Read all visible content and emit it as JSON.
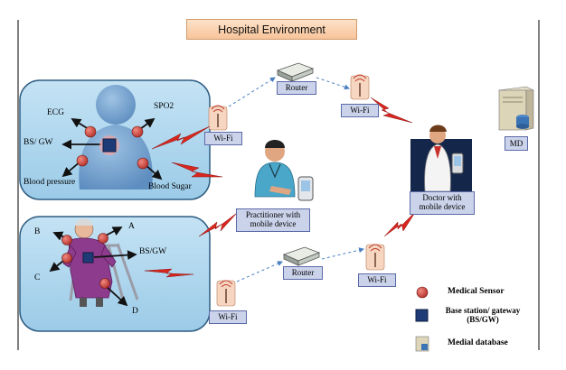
{
  "title": "Hospital Environment",
  "patient1": {
    "sensors": {
      "ecg": "ECG",
      "spo2": "SPO2",
      "bsgw": "BS/ GW",
      "blood_pressure": "Blood pressure",
      "blood_sugar": "Blood Sugar"
    }
  },
  "patient2": {
    "sensors": {
      "a": "A",
      "b": "B",
      "c": "C",
      "d": "D",
      "bsgw": "BS/GW"
    }
  },
  "nodes": {
    "router_top": "Router",
    "router_bottom": "Router",
    "wifi_top_left": "Wi-Fi",
    "wifi_top_right": "Wi-Fi",
    "wifi_bottom_left": "Wi-Fi",
    "wifi_bottom_right": "Wi-Fi",
    "practitioner": "Practitioner with mobile device",
    "doctor": "Doctor with mobile device",
    "md": "MD"
  },
  "legend": {
    "medical_sensor": "Medical Sensor",
    "base_station": "Base station/ gateway (BS/GW)",
    "database": "Medial database"
  },
  "colors": {
    "patient_panel": "#a9d4ec",
    "patient_panel_border": "#2f5d82",
    "sensor_red": "#d94a44",
    "gateway_blue": "#1f3b77",
    "lightning_red": "#d8261f",
    "node_box": "#cbd3ea",
    "title_box": "#f8c49a"
  }
}
